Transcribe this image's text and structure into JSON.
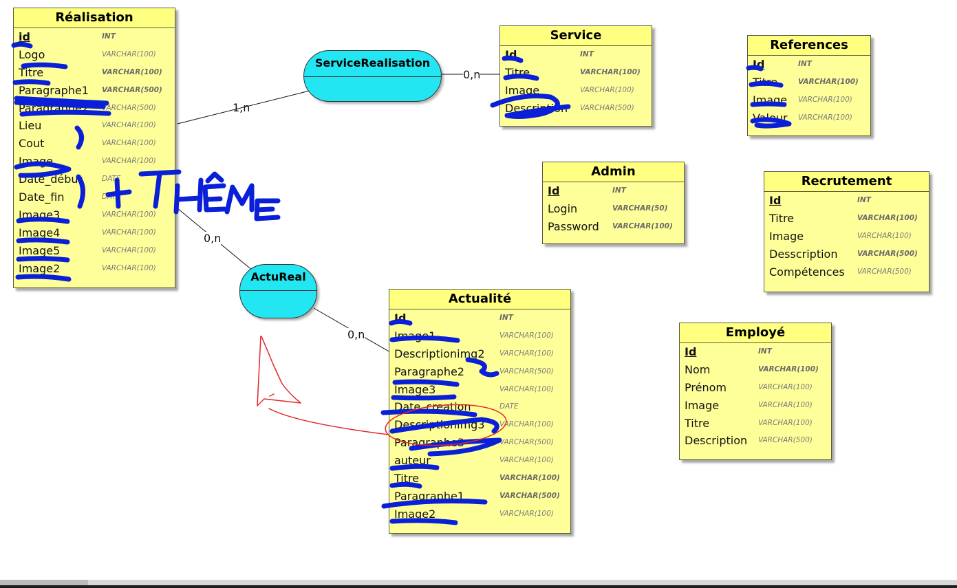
{
  "entities": {
    "realisation": {
      "title": "Réalisation",
      "attributes": [
        {
          "name": "id",
          "type": "INT"
        },
        {
          "name": "Logo",
          "type": "VARCHAR(100)"
        },
        {
          "name": "Titre",
          "type": "VARCHAR(100)"
        },
        {
          "name": "Paragraphe1",
          "type": "VARCHAR(500)"
        },
        {
          "name": "Paragraphe2",
          "type": "VARCHAR(500)"
        },
        {
          "name": "Lieu",
          "type": "VARCHAR(100)"
        },
        {
          "name": "Cout",
          "type": "VARCHAR(100)"
        },
        {
          "name": "Image",
          "type": "VARCHAR(100)"
        },
        {
          "name": "Date_début",
          "type": "DATE"
        },
        {
          "name": "Date_fin",
          "type": "DATE"
        },
        {
          "name": "Image3",
          "type": "VARCHAR(100)"
        },
        {
          "name": "Image4",
          "type": "VARCHAR(100)"
        },
        {
          "name": "Image5",
          "type": "VARCHAR(100)"
        },
        {
          "name": "Image2",
          "type": "VARCHAR(100)"
        }
      ]
    },
    "service": {
      "title": "Service",
      "attributes": [
        {
          "name": "Id",
          "type": "INT"
        },
        {
          "name": "Titre",
          "type": "VARCHAR(100)"
        },
        {
          "name": "Image",
          "type": "VARCHAR(100)"
        },
        {
          "name": "Description",
          "type": "VARCHAR(500)"
        }
      ]
    },
    "references": {
      "title": "References",
      "attributes": [
        {
          "name": "Id",
          "type": "INT"
        },
        {
          "name": "Titre",
          "type": "VARCHAR(100)"
        },
        {
          "name": "Image",
          "type": "VARCHAR(100)"
        },
        {
          "name": "Valeur",
          "type": "VARCHAR(100)"
        }
      ]
    },
    "admin": {
      "title": "Admin",
      "attributes": [
        {
          "name": "Id",
          "type": "INT"
        },
        {
          "name": "Login",
          "type": "VARCHAR(50)"
        },
        {
          "name": "Password",
          "type": "VARCHAR(100)"
        }
      ]
    },
    "recrutement": {
      "title": "Recrutement",
      "attributes": [
        {
          "name": "Id",
          "type": "INT"
        },
        {
          "name": "Titre",
          "type": "VARCHAR(100)"
        },
        {
          "name": "Image",
          "type": "VARCHAR(100)"
        },
        {
          "name": "Desscription",
          "type": "VARCHAR(500)"
        },
        {
          "name": "Compétences",
          "type": "VARCHAR(500)"
        }
      ]
    },
    "actualite": {
      "title": "Actualité",
      "attributes": [
        {
          "name": "Id",
          "type": "INT"
        },
        {
          "name": "Image1",
          "type": "VARCHAR(100)"
        },
        {
          "name": "Descriptionimg2",
          "type": "VARCHAR(100)"
        },
        {
          "name": "Paragraphe2",
          "type": "VARCHAR(500)"
        },
        {
          "name": "Image3",
          "type": "VARCHAR(100)"
        },
        {
          "name": "Date_creation",
          "type": "DATE"
        },
        {
          "name": "Descriptionimg3",
          "type": "VARCHAR(100)"
        },
        {
          "name": "Paragraphe3",
          "type": "VARCHAR(500)"
        },
        {
          "name": "auteur",
          "type": "VARCHAR(100)"
        },
        {
          "name": "Titre",
          "type": "VARCHAR(100)"
        },
        {
          "name": "Paragraphe1",
          "type": "VARCHAR(500)"
        },
        {
          "name": "Image2",
          "type": "VARCHAR(100)"
        }
      ]
    },
    "employe": {
      "title": "Employé",
      "attributes": [
        {
          "name": "Id",
          "type": "INT"
        },
        {
          "name": "Nom",
          "type": "VARCHAR(100)"
        },
        {
          "name": "Prénom",
          "type": "VARCHAR(100)"
        },
        {
          "name": "Image",
          "type": "VARCHAR(100)"
        },
        {
          "name": "Titre",
          "type": "VARCHAR(100)"
        },
        {
          "name": "Description",
          "type": "VARCHAR(500)"
        }
      ]
    }
  },
  "associations": {
    "service_realisation": "ServiceRealisation",
    "actu_real": "ActuReal"
  },
  "cardinalities": {
    "realisation_service_realisation": "1,n",
    "service_service_realisation": "0,n",
    "realisation_actu_real": "0,n",
    "actualite_actu_real": "0,n"
  },
  "annotation": {
    "text": "+ THÊME",
    "ink_color": "#0a1fd8",
    "pen_color": "#e3262a"
  },
  "colors": {
    "entity_fill": "#ffff99",
    "association_fill": "#22e6f2"
  }
}
